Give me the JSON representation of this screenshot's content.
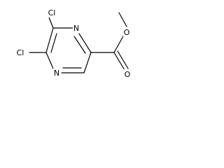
{
  "molecule": {
    "structure_type": "skeletal chemical structure",
    "atoms": {
      "cl_top": "Cl",
      "cl_bottom": "Cl",
      "n_top": "N",
      "n_bottom": "N",
      "o_carbonyl": "O",
      "o_ester": "O"
    },
    "colors": {
      "bond": "#000000",
      "text": "#000000",
      "background": "#ffffff"
    }
  }
}
